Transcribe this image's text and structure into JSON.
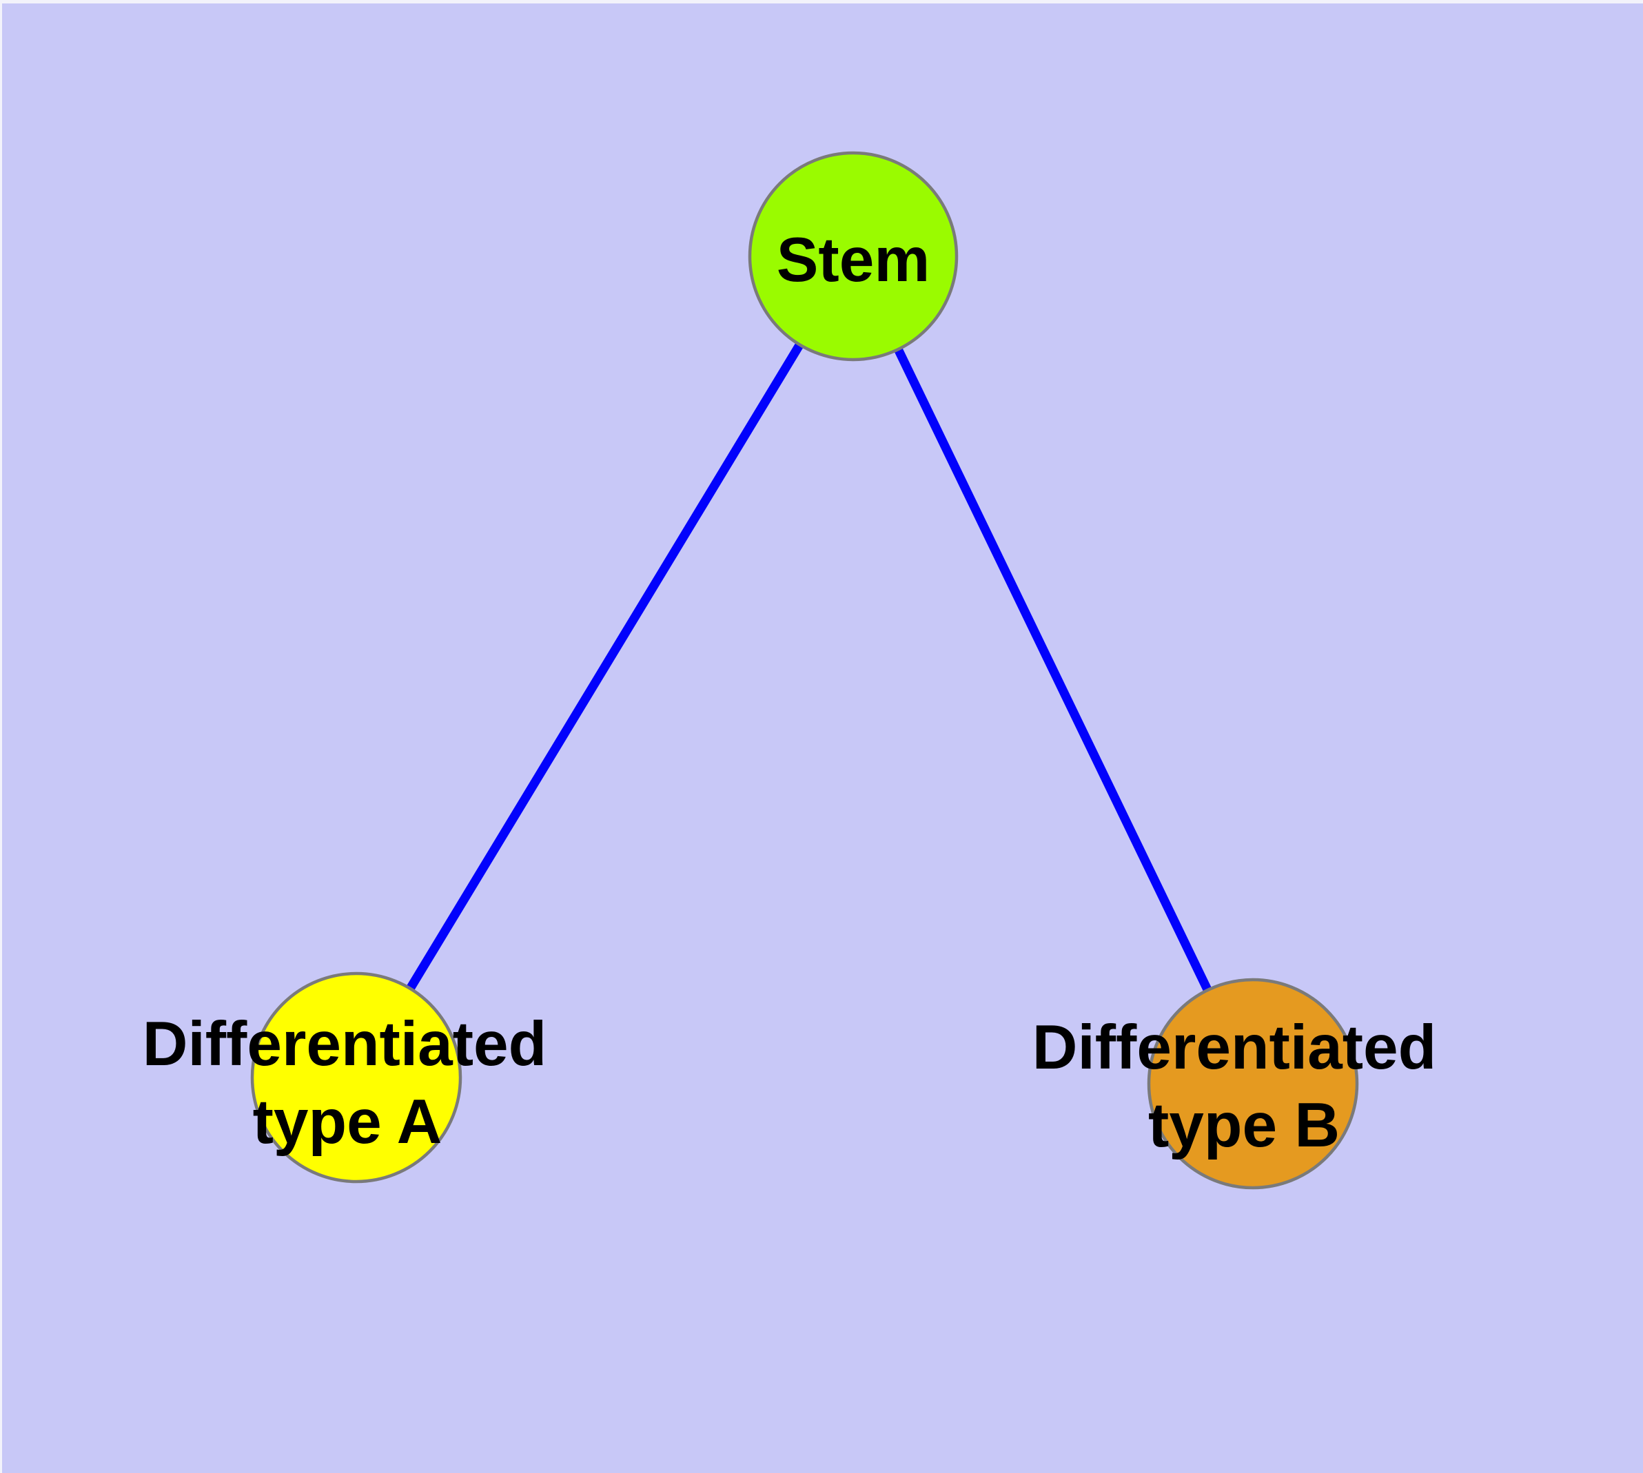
{
  "diagram": {
    "background_color": "#C8C8F7",
    "window_edge_color": "#F3F3FB",
    "edge_color": "#0202FC",
    "node_border_color": "#7A7A7A",
    "label_color": "#000000",
    "nodes": [
      {
        "id": "stem",
        "label_lines": [
          "Stem"
        ],
        "fill": "#9AFB00"
      },
      {
        "id": "diff-a",
        "label_lines": [
          "Differentiated",
          "type A"
        ],
        "fill": "#FFFF00"
      },
      {
        "id": "diff-b",
        "label_lines": [
          "Differentiated",
          "type B"
        ],
        "fill": "#E59A20"
      }
    ],
    "edges": [
      {
        "from": "stem",
        "to": "diff-a"
      },
      {
        "from": "stem",
        "to": "diff-b"
      }
    ]
  }
}
